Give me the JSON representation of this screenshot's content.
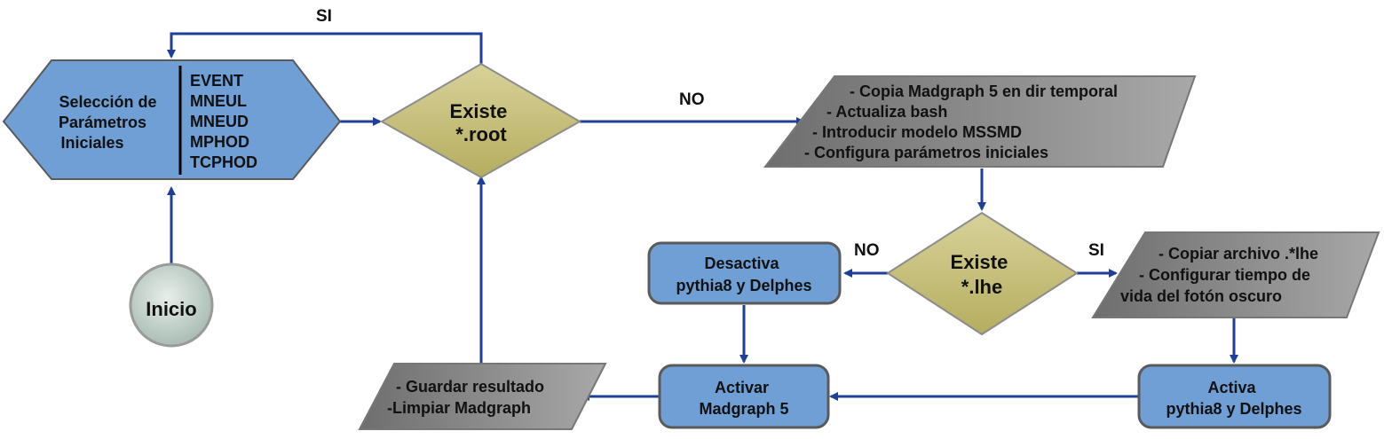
{
  "colors": {
    "blue_fill": "#6f9fd4",
    "blue_stroke": "#5a5a5a",
    "gold_fill": "#c9c27a",
    "gray_fill": "#8f8f8f",
    "arrow": "#1f3f99",
    "start_fill": "#c8d6d0"
  },
  "nodes": {
    "start": {
      "label": "Inicio"
    },
    "params": {
      "label_lines": [
        "Selección de",
        "Parámetros",
        "Iniciales"
      ],
      "list_lines": [
        "EVENT",
        "MNEUL",
        "MNEUD",
        "MPHOD",
        "TCPHOD"
      ]
    },
    "decision_root": {
      "label_lines": [
        "Existe",
        "*.root"
      ]
    },
    "madgraph_setup": {
      "lines": [
        "- Copia Madgraph 5 en dir temporal",
        "- Actualiza bash",
        "- Introducir modelo  MSSMD",
        "- Configura parámetros iniciales"
      ]
    },
    "decision_lhe": {
      "label_lines": [
        "Existe",
        "*.lhe"
      ]
    },
    "copy_lhe": {
      "lines": [
        "- Copiar archivo .*lhe",
        "- Configurar tiempo de",
        "vida del fotón oscuro"
      ]
    },
    "deactivate": {
      "label_lines": [
        "Desactiva",
        "pythia8 y Delphes"
      ]
    },
    "activate_pythia": {
      "label_lines": [
        "Activa",
        "pythia8 y Delphes"
      ]
    },
    "activate_madgraph": {
      "label_lines": [
        "Activar",
        "Madgraph 5"
      ]
    },
    "save": {
      "lines": [
        "- Guardar resultado",
        "-Limpiar Madgraph"
      ]
    }
  },
  "edges": {
    "root_yes": "SI",
    "root_no": "NO",
    "lhe_no": "NO",
    "lhe_yes": "SI"
  }
}
